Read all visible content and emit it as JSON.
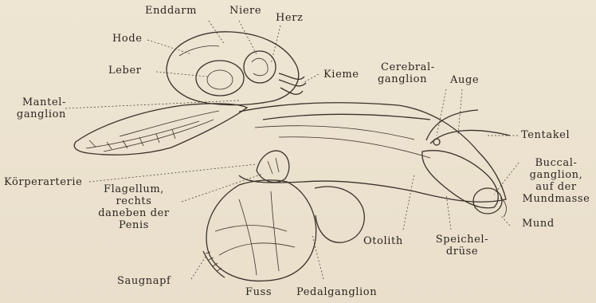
{
  "labels": {
    "enddarm": "Enddarm",
    "niere": "Niere",
    "herz": "Herz",
    "hode": "Hode",
    "leber": "Leber",
    "kieme": "Kieme",
    "cerebral_1": "Cerebral-",
    "cerebral_2": "ganglion",
    "auge": "Auge",
    "mantel_1": "Mantel-",
    "mantel_2": "ganglion",
    "tentakel": "Tentakel",
    "buccal_1": "Buccal-",
    "buccal_2": "ganglion,",
    "buccal_3": "auf der",
    "buccal_4": "Mundmasse",
    "koerperarterie": "Körperarterie",
    "flagellum_1": "Flagellum,",
    "flagellum_2": "rechts",
    "flagellum_3": "daneben der",
    "flagellum_4": "Penis",
    "mund": "Mund",
    "otolith": "Otolith",
    "speichel_1": "Speichel-",
    "speichel_2": "drüse",
    "saugnapf": "Saugnapf",
    "fuss": "Fuss",
    "pedalganglion": "Pedalganglion"
  }
}
